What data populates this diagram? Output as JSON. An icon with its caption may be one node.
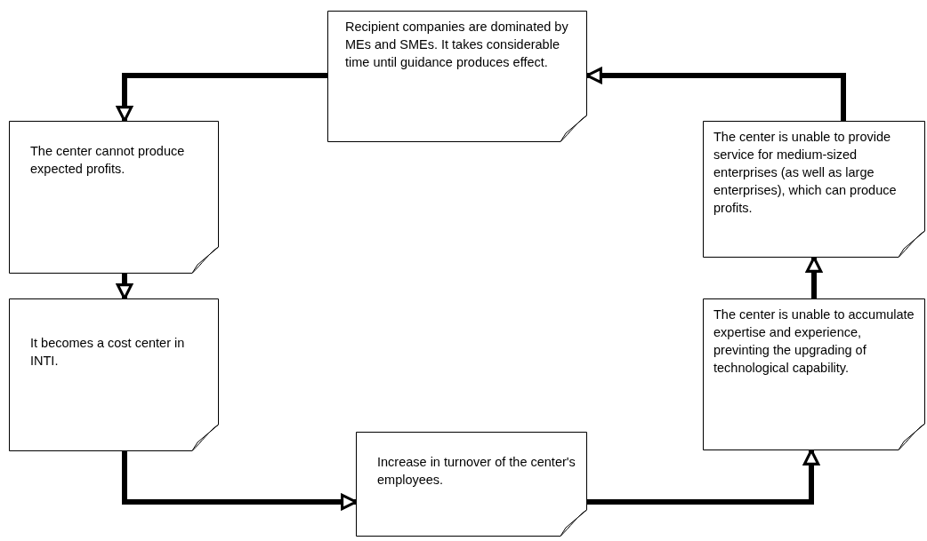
{
  "diagram": {
    "nodes": [
      {
        "text": [
          "Recipient companies are dominated by MEs and SMEs. It takes considerable time until guidance produces effect."
        ]
      },
      {
        "text": [
          "The center cannot produce expected profits."
        ]
      },
      {
        "text": [
          "It becomes a cost center in INTI."
        ]
      },
      {
        "text": [
          "Increase in turnover of the center's employees."
        ]
      },
      {
        "text": [
          "The center is unable to accumulate expertise and experience, previnting the upgrading of technological capability."
        ]
      },
      {
        "text": [
          "The center is unable to provide service for medium-sized enterprises (as well as large enterprises), which can produce profits."
        ]
      }
    ],
    "edges": [
      {
        "from": 0,
        "to": 1,
        "arrow": "to"
      },
      {
        "from": 1,
        "to": 2,
        "arrow": "to"
      },
      {
        "from": 2,
        "to": 3,
        "arrow": "to"
      },
      {
        "from": 3,
        "to": 4,
        "arrow": "to"
      },
      {
        "from": 4,
        "to": 5,
        "arrow": "to"
      },
      {
        "from": 5,
        "to": 0,
        "arrow": "to"
      }
    ]
  }
}
